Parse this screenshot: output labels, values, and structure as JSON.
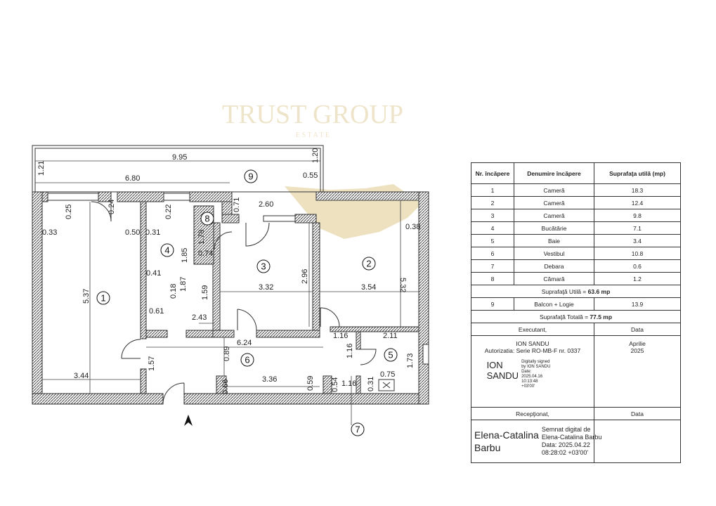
{
  "watermark": {
    "brand": "TRUST GROUP",
    "sub": "E S T A T E"
  },
  "plan": {
    "rooms": [
      "1",
      "2",
      "3",
      "4",
      "5",
      "6",
      "7",
      "8",
      "9"
    ],
    "dims": [
      "9.95",
      "1.21",
      "6.80",
      "1.20",
      "0.55",
      "0.25",
      "0.33",
      "0.24",
      "0.50",
      "0.31",
      "0.22",
      "1.78",
      "0.74",
      "0.71",
      "2.60",
      "0.38",
      "1.85",
      "0.41",
      "1.87",
      "1.59",
      "0.18",
      "0.61",
      "2.43",
      "5.37",
      "2.96",
      "3.32",
      "5.32",
      "3.54",
      "1.16",
      "2.11",
      "6.24",
      "0.89",
      "1.16",
      "1.73",
      "1.57",
      "0.75",
      "3.44",
      "3.36",
      "0.59",
      "0.54",
      "1.16",
      "0.31",
      "0.66"
    ]
  },
  "table": {
    "headers": [
      "Nr. încăpere",
      "Denumire încăpere",
      "Suprafaţa utilă (mp)"
    ],
    "rows": [
      {
        "nr": "1",
        "name": "Cameră",
        "area": "18.3"
      },
      {
        "nr": "2",
        "name": "Cameră",
        "area": "12.4"
      },
      {
        "nr": "3",
        "name": "Cameră",
        "area": "9.8"
      },
      {
        "nr": "4",
        "name": "Bucătărie",
        "area": "7.1"
      },
      {
        "nr": "5",
        "name": "Baie",
        "area": "3.4"
      },
      {
        "nr": "6",
        "name": "Vestibul",
        "area": "10.8"
      },
      {
        "nr": "7",
        "name": "Debara",
        "area": "0.6"
      },
      {
        "nr": "8",
        "name": "Cămară",
        "area": "1.2"
      }
    ],
    "util_label": "Suprafaţă Utilă = ",
    "util_value": "63.6 mp",
    "balcony": {
      "nr": "9",
      "name": "Balcon + Logie",
      "area": "13.9"
    },
    "total_label": "Suprafaţă Totală = ",
    "total_value": "77.5 mp",
    "executant_label": "Executant,",
    "data_label": "Data",
    "executant_name": "ION SANDU",
    "executant_auth": "Autorizatia: Serie RO-MB-F nr. 0337",
    "executant_date_month": "Aprilie",
    "executant_date_year": "2025",
    "sig1_name_1": "ION",
    "sig1_name_2": "SANDU",
    "sig1_details": [
      "Digitally signed",
      "by ION SANDU",
      "Date:",
      "2025.04.16",
      "10:13:48",
      "+03'00'"
    ],
    "receptionat_label": "Recepţionat,",
    "receptionat_data_label": "Data",
    "sig2_name_1": "Elena-Catalina",
    "sig2_name_2": "Barbu",
    "sig2_details": [
      "Semnat digital de",
      "Elena-Catalina Barbu",
      "Data: 2025.04.22",
      "08:28:02 +03'00'"
    ]
  }
}
